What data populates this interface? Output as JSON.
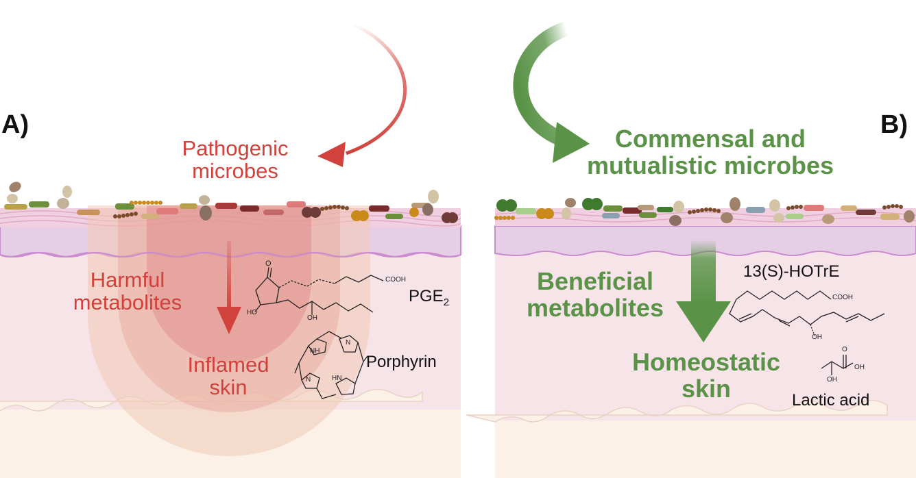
{
  "panel_a": {
    "letter": "A)",
    "microbes_line1": "Pathogenic",
    "microbes_line2": "microbes",
    "metabolites_line1": "Harmful",
    "metabolites_line2": "metabolites",
    "skin_line1": "Inflamed",
    "skin_line2": "skin",
    "compound1": "PGE",
    "compound1_subscript": "2",
    "compound1_cooh": "COOH",
    "compound1_oxo": "O",
    "compound1_ho": "HO",
    "compound1_oh": "OH",
    "compound2": "Porphyrin",
    "compound2_nh_top": "NH",
    "compound2_nh_bottom": "HN",
    "compound2_n_left": "N",
    "compound2_n_right": "N"
  },
  "panel_b": {
    "letter": "B)",
    "microbes_line1": "Commensal and",
    "microbes_line2": "mutualistic microbes",
    "metabolites_line1": "Beneficial",
    "metabolites_line2": "metabolites",
    "skin_line1": "Homeostatic",
    "skin_line2": "skin",
    "compound1": "13(S)-HOTrE",
    "compound1_cooh": "COOH",
    "compound1_oh": "OH",
    "compound2": "Lactic acid",
    "compound2_oxo": "O",
    "compound2_oh_acid": "OH",
    "compound2_oh": "OH"
  },
  "colors": {
    "pathogenic_red": "#d1423c",
    "commensal_green": "#5a9348",
    "epidermis_pink": "#efcfe0",
    "dermis_lavender": "#e6cfe6",
    "dermis_pink": "#f7e4e8",
    "hypodermis_cream": "#fbf1e6"
  }
}
